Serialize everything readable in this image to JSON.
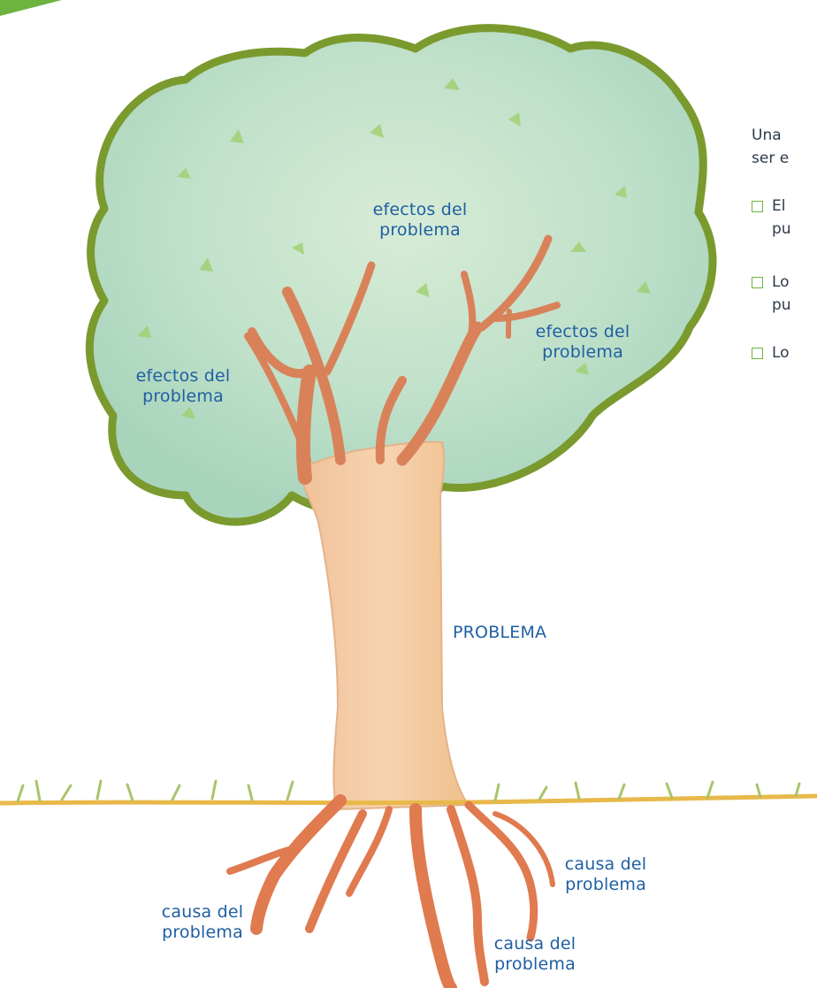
{
  "diagram": {
    "trunk_label": "PROBLEMA",
    "effects": [
      "efectos del\nproblema",
      "efectos del\nproblema",
      "efectos del\nproblema"
    ],
    "causes": [
      "causa del\nproblema",
      "causa del\nproblema",
      "causa del\nproblema"
    ]
  },
  "side_panel": {
    "intro_line1": "Una",
    "intro_line2": "ser e",
    "bullets": [
      {
        "line1": "El",
        "line2": "pu"
      },
      {
        "line1": "Lo",
        "line2": "pu"
      },
      {
        "line1": "Lo",
        "line2": ""
      }
    ]
  },
  "colors": {
    "canopy_fill": "#bfe0c9",
    "canopy_outline": "#7a9a2e",
    "trunk": "#f4c9a3",
    "branches": "#d9825a",
    "roots": "#e07a4f",
    "ground": "#e8b94a",
    "grass": "#a9c46a",
    "label_text": "#1f5fa3",
    "corner_accent": "#6db33f"
  }
}
